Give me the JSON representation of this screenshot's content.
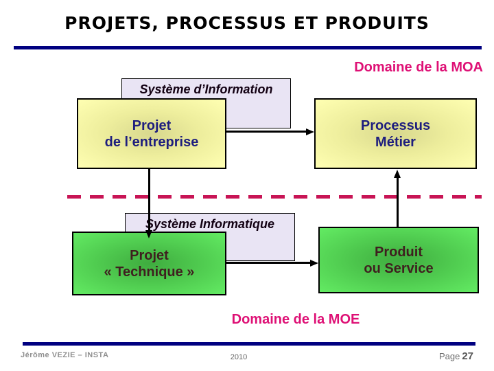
{
  "slide": {
    "title": "PROJETS, PROCESSUS ET PRODUITS"
  },
  "domains": {
    "moa": "Domaine de la MOA",
    "moe": "Domaine de la MOE"
  },
  "diagram": {
    "system_information": {
      "label": "Système d’Information"
    },
    "system_informatique": {
      "label": "Système Informatique"
    },
    "projet_entreprise": {
      "line1": "Projet",
      "line2": "de l’entreprise"
    },
    "processus_metier": {
      "line1": "Processus",
      "line2": "Métier"
    },
    "projet_technique": {
      "line1": "Projet",
      "line2": "« Technique »"
    },
    "produit_service": {
      "line1": "Produit",
      "line2": "ou Service"
    }
  },
  "footer": {
    "author": "Jérôme VEZIE – INSTA",
    "year": "2010",
    "page_label": "Page",
    "page_number": "27"
  },
  "colors": {
    "accent-navy": "#000080",
    "domain-pink": "#DE1075",
    "dashed-line": "#C81455",
    "yellow-box-text": "#1E1E7E",
    "green-box-text": "#3F1F1F"
  }
}
